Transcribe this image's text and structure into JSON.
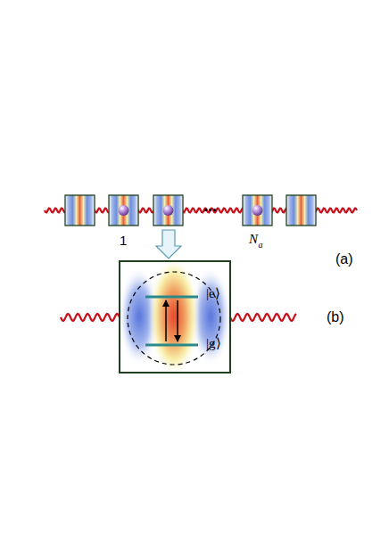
{
  "diagram": {
    "nodes": [
      {
        "text": [
          "|e⟩",
          "|g⟩"
        ]
      }
    ],
    "labels": [
      "1",
      "N",
      "a",
      "(a)",
      "...",
      "(b)"
    ]
  }
}
